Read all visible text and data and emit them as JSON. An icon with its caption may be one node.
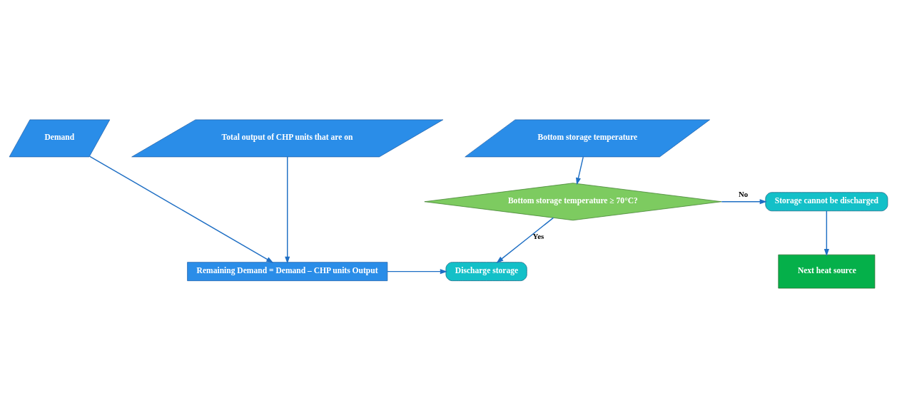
{
  "diagram": {
    "nodes": [
      {
        "text": [
          "Demand"
        ]
      },
      {
        "text": [
          "Total output of CHP units that are on"
        ]
      },
      {
        "text": [
          "Bottom storage temperature"
        ]
      },
      {
        "text": [
          "Bottom storage temperature ≥ 70°C?"
        ]
      },
      {
        "text": [
          "Storage cannot be discharged"
        ]
      },
      {
        "text": [
          "Remaining Demand = Demand – CHP units Output"
        ]
      },
      {
        "text": [
          "Discharge storage"
        ]
      },
      {
        "text": [
          "Next heat source"
        ]
      }
    ],
    "edges": [
      {
        "from": 0,
        "to": 5,
        "arrow": "to"
      },
      {
        "from": 1,
        "to": 5,
        "arrow": "to"
      },
      {
        "from": 2,
        "to": 3,
        "arrow": "to"
      },
      {
        "from": 3,
        "to": 4,
        "arrow": "to",
        "label": "No"
      },
      {
        "from": 3,
        "to": 6,
        "arrow": "to",
        "label": "Yes"
      },
      {
        "from": 5,
        "to": 6,
        "arrow": "to"
      },
      {
        "from": 4,
        "to": 7,
        "arrow": "to"
      }
    ]
  }
}
